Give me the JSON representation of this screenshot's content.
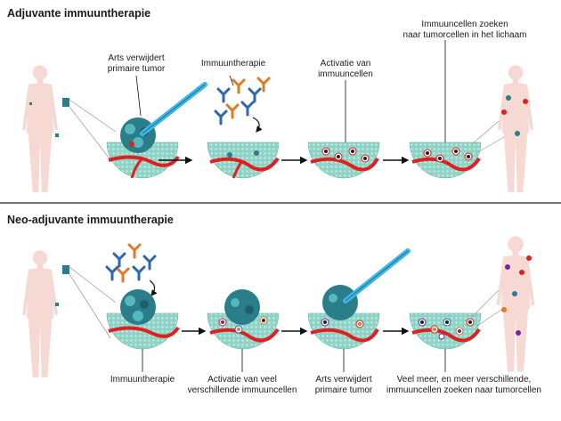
{
  "top": {
    "title": "Adjuvante immuuntherapie",
    "labels": {
      "arts_verwijdert": [
        "Arts verwijdert",
        "primaire tumor"
      ],
      "immuuntherapie": "Immuuntherapie",
      "activatie": [
        "Activatie van",
        "immuuncellen"
      ],
      "zoeken": [
        "Immuuncellen zoeken",
        "naar tumorcellen in het lichaam"
      ]
    }
  },
  "bottom": {
    "title": "Neo-adjuvante immuuntherapie",
    "labels": {
      "immuuntherapie": "Immuuntherapie",
      "activatie": [
        "Activatie van veel",
        "verschillende immuuncellen"
      ],
      "arts_verwijdert": [
        "Arts verwijdert",
        "primaire tumor"
      ],
      "zoeken": [
        "Veel meer, en meer verschillende,",
        "immuuncellen zoeken naar tumorcellen"
      ]
    }
  },
  "colors": {
    "tissue": "#8ed3c6",
    "vessel": "#e02020",
    "tumor": "#2a7e8a",
    "skin": "#f7d9d4",
    "probe": "#3fb6e6",
    "antibody_blue": "#2f66b0",
    "antibody_orange": "#e07a24"
  }
}
